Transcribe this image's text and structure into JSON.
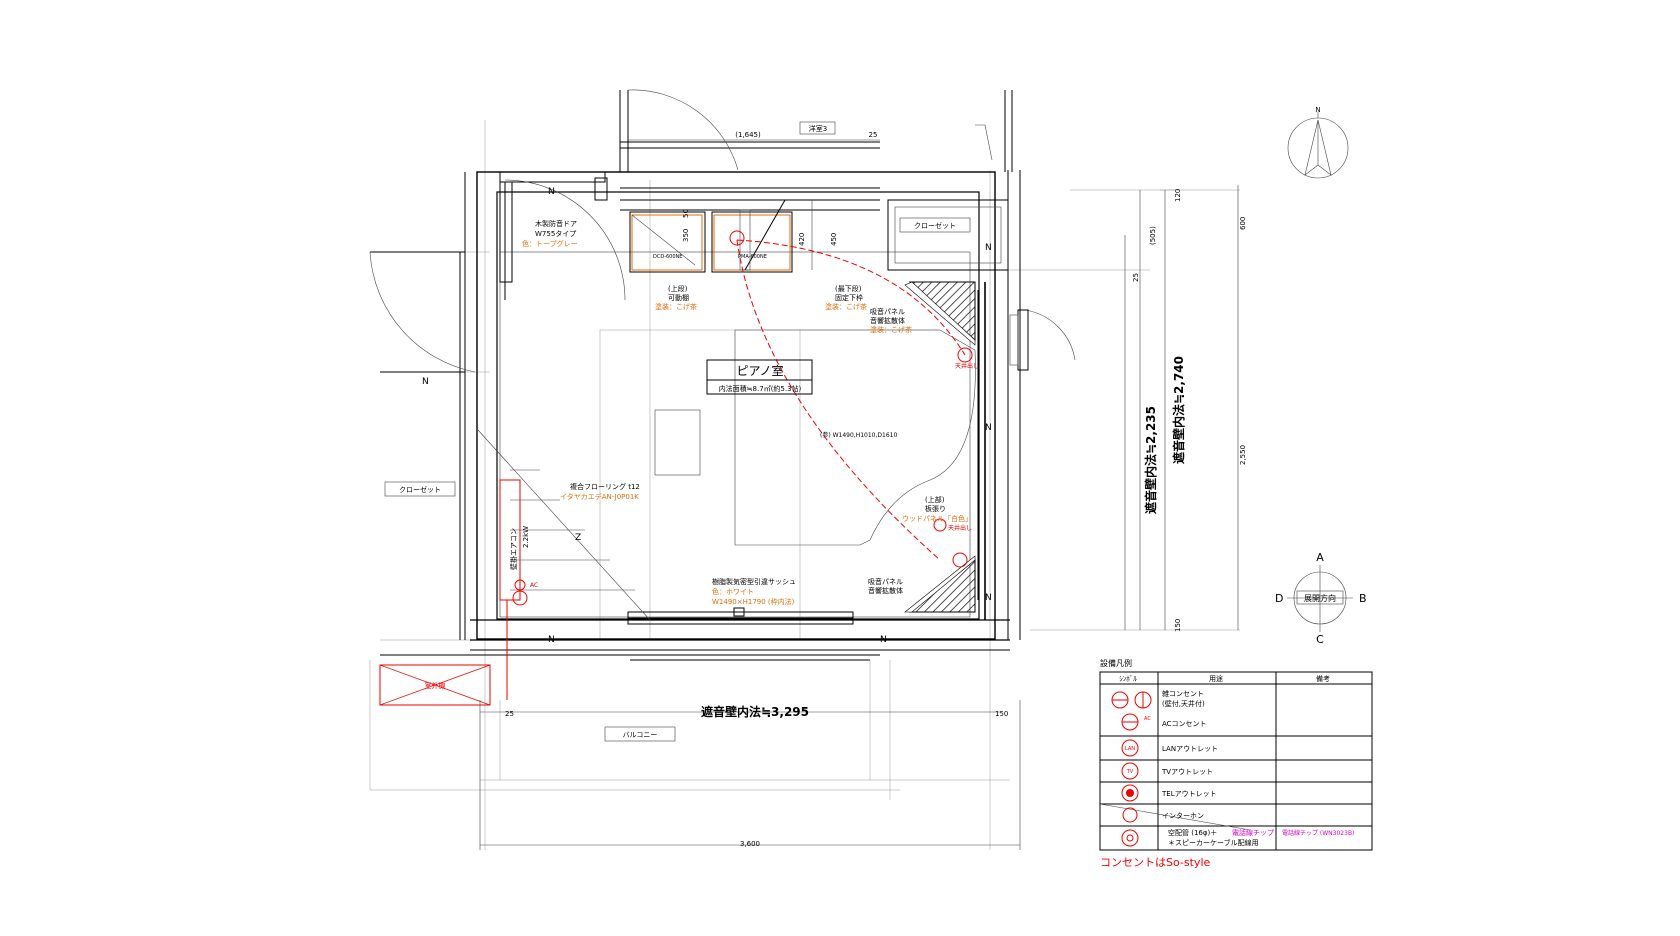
{
  "room": {
    "title": "ピアノ室",
    "area": "内法面積≒8.7㎡(約5.3帖)"
  },
  "labels": {
    "youshitsu": "洋室3",
    "closet_right": "クローゼット",
    "closet_left": "クローゼット",
    "balcony": "バルコニー",
    "outdoor_unit": "室外機"
  },
  "dims": {
    "top_1645": "(1,645)",
    "top_25": "25",
    "right_120": "120",
    "right_505": "(505)",
    "right_25": "25",
    "right_600": "600",
    "right_2550": "2,550",
    "right_150": "150",
    "wall_2740": "遮音壁内法≒2,740",
    "wall_2235": "遮音壁内法≒2,235",
    "bottom_25": "25",
    "bottom_wall": "遮音壁内法≒3,295",
    "bottom_150": "150",
    "total_3600": "3,600",
    "d350": "350",
    "d420": "420",
    "d450": "450",
    "d50": "50"
  },
  "annotations": {
    "door_1": "木製防音ドア",
    "door_2": "W755タイプ",
    "door_3": "色：トープグレー",
    "cd_label": "DCD-600NE",
    "pma_label": "PMA-600NE",
    "shelf_up_1": "(上段)",
    "shelf_up_2": "可動棚",
    "shelf_up_3": "塗装：こげ茶",
    "shelf_low_1": "(最下段)",
    "shelf_low_2": "固定下枠",
    "shelf_low_3": "塗装：こげ茶",
    "absorb_1": "吸音パネル",
    "absorb_2": "音響拡散体",
    "absorb_3": "塗装：こげ茶",
    "ceiling_out": "天井出し",
    "piano_dim": "(参) W1490,H1010,D1610",
    "floor_1": "複合フローリング t12",
    "floor_2": "イタヤカエデAN-J0P01K",
    "aircon_1": "壁掛エアコン",
    "aircon_2": "2.2kW",
    "ac_label": "AC",
    "top_1": "(上部)",
    "top_2": "板張り",
    "top_3": "ウッドパネル「白色」",
    "ceiling_out2": "天井出し",
    "absorb2_1": "吸音パネル",
    "absorb2_2": "音響拡散体",
    "sash_1": "樹脂製気密型引違サッシュ",
    "sash_2": "色：ホワイト",
    "sash_3": "W1490×H1790 (枠内法)",
    "n": "N",
    "z": "Z"
  },
  "compass": {
    "north": "N"
  },
  "direction": {
    "a": "A",
    "b": "B",
    "c": "C",
    "d": "D",
    "label": "展開方向"
  },
  "legend": {
    "title": "設備凡例",
    "headers": [
      "ｼﾝﾎﾞﾙ",
      "用途",
      "備考"
    ],
    "rows": [
      {
        "use": "雑コンセント\n(壁付,天井付)",
        "note": ""
      },
      {
        "use": "ACコンセント",
        "note": ""
      },
      {
        "use": "LANアウトレット",
        "note": ""
      },
      {
        "use": "TVアウトレット",
        "note": ""
      },
      {
        "use": "TELアウトレット",
        "note": ""
      },
      {
        "use": "インターホン",
        "note": ""
      }
    ],
    "last_use_1": "空配管 (16φ)＋",
    "last_use_1m": "電話線チップ",
    "last_use_2": "＊スピーカーケーブル配線用",
    "last_note": "電話線チップ (WN3023B)",
    "sym_ac": "AC",
    "sym_lan": "LAN",
    "sym_tv": "TV",
    "footer": "コンセントはSo-style"
  },
  "colors": {
    "orange": "#e46c0a",
    "red": "#e00000",
    "magenta": "#d400d4"
  }
}
